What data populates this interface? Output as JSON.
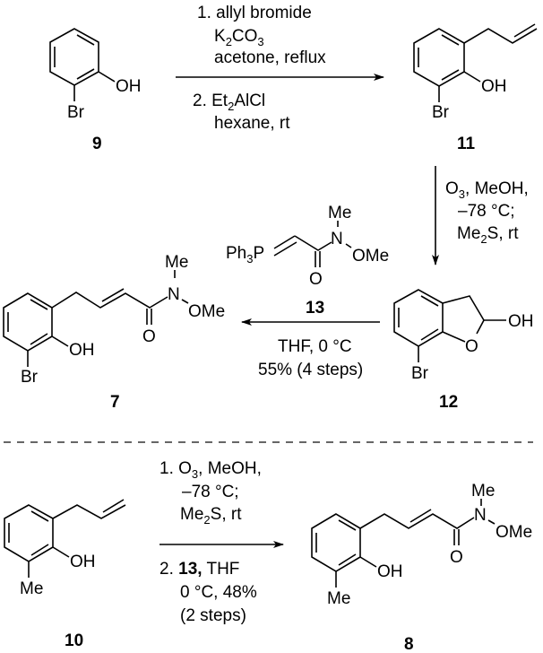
{
  "compounds": {
    "c9": {
      "number": "9",
      "substituents": {
        "oh": "OH",
        "br": "Br"
      }
    },
    "c11": {
      "number": "11",
      "substituents": {
        "oh": "OH",
        "br": "Br"
      }
    },
    "c12": {
      "number": "12",
      "substituents": {
        "oh": "OH",
        "o": "O",
        "br": "Br"
      }
    },
    "c13": {
      "number": "13",
      "substituents": {
        "ph3p": "Ph",
        "ph3p_sub": "3",
        "ph3p_p": "P",
        "me": "Me",
        "n": "N",
        "ome": "OMe",
        "o": "O"
      }
    },
    "c7": {
      "number": "7",
      "substituents": {
        "oh": "OH",
        "br": "Br",
        "me": "Me",
        "n": "N",
        "ome": "OMe",
        "o": "O"
      }
    },
    "c10": {
      "number": "10",
      "substituents": {
        "oh": "OH",
        "me": "Me"
      }
    },
    "c8": {
      "number": "8",
      "substituents": {
        "oh": "OH",
        "me_ring": "Me",
        "me": "Me",
        "n": "N",
        "ome": "OMe",
        "o": "O"
      }
    }
  },
  "reactions": {
    "r1": {
      "above": [
        "1. allyl bromide",
        "K",
        "2",
        "CO",
        "3",
        "acetone, reflux"
      ],
      "below": [
        "2. Et",
        "2",
        "AlCl",
        "hexane, rt"
      ]
    },
    "r2": {
      "lines": [
        "O",
        "3",
        ", MeOH,",
        "–78 °C;",
        "Me",
        "2",
        "S, rt"
      ]
    },
    "r3": {
      "reagent": "13",
      "below": [
        "THF, 0 °C",
        "55% (4 steps)"
      ]
    },
    "r4": {
      "above": [
        "1. O",
        "3",
        ", MeOH,",
        "–78 °C;",
        "Me",
        "2",
        "S, rt"
      ],
      "below": [
        "2. ",
        "13,",
        " THF",
        "0 °C, 48%",
        "(2 steps)"
      ]
    }
  }
}
